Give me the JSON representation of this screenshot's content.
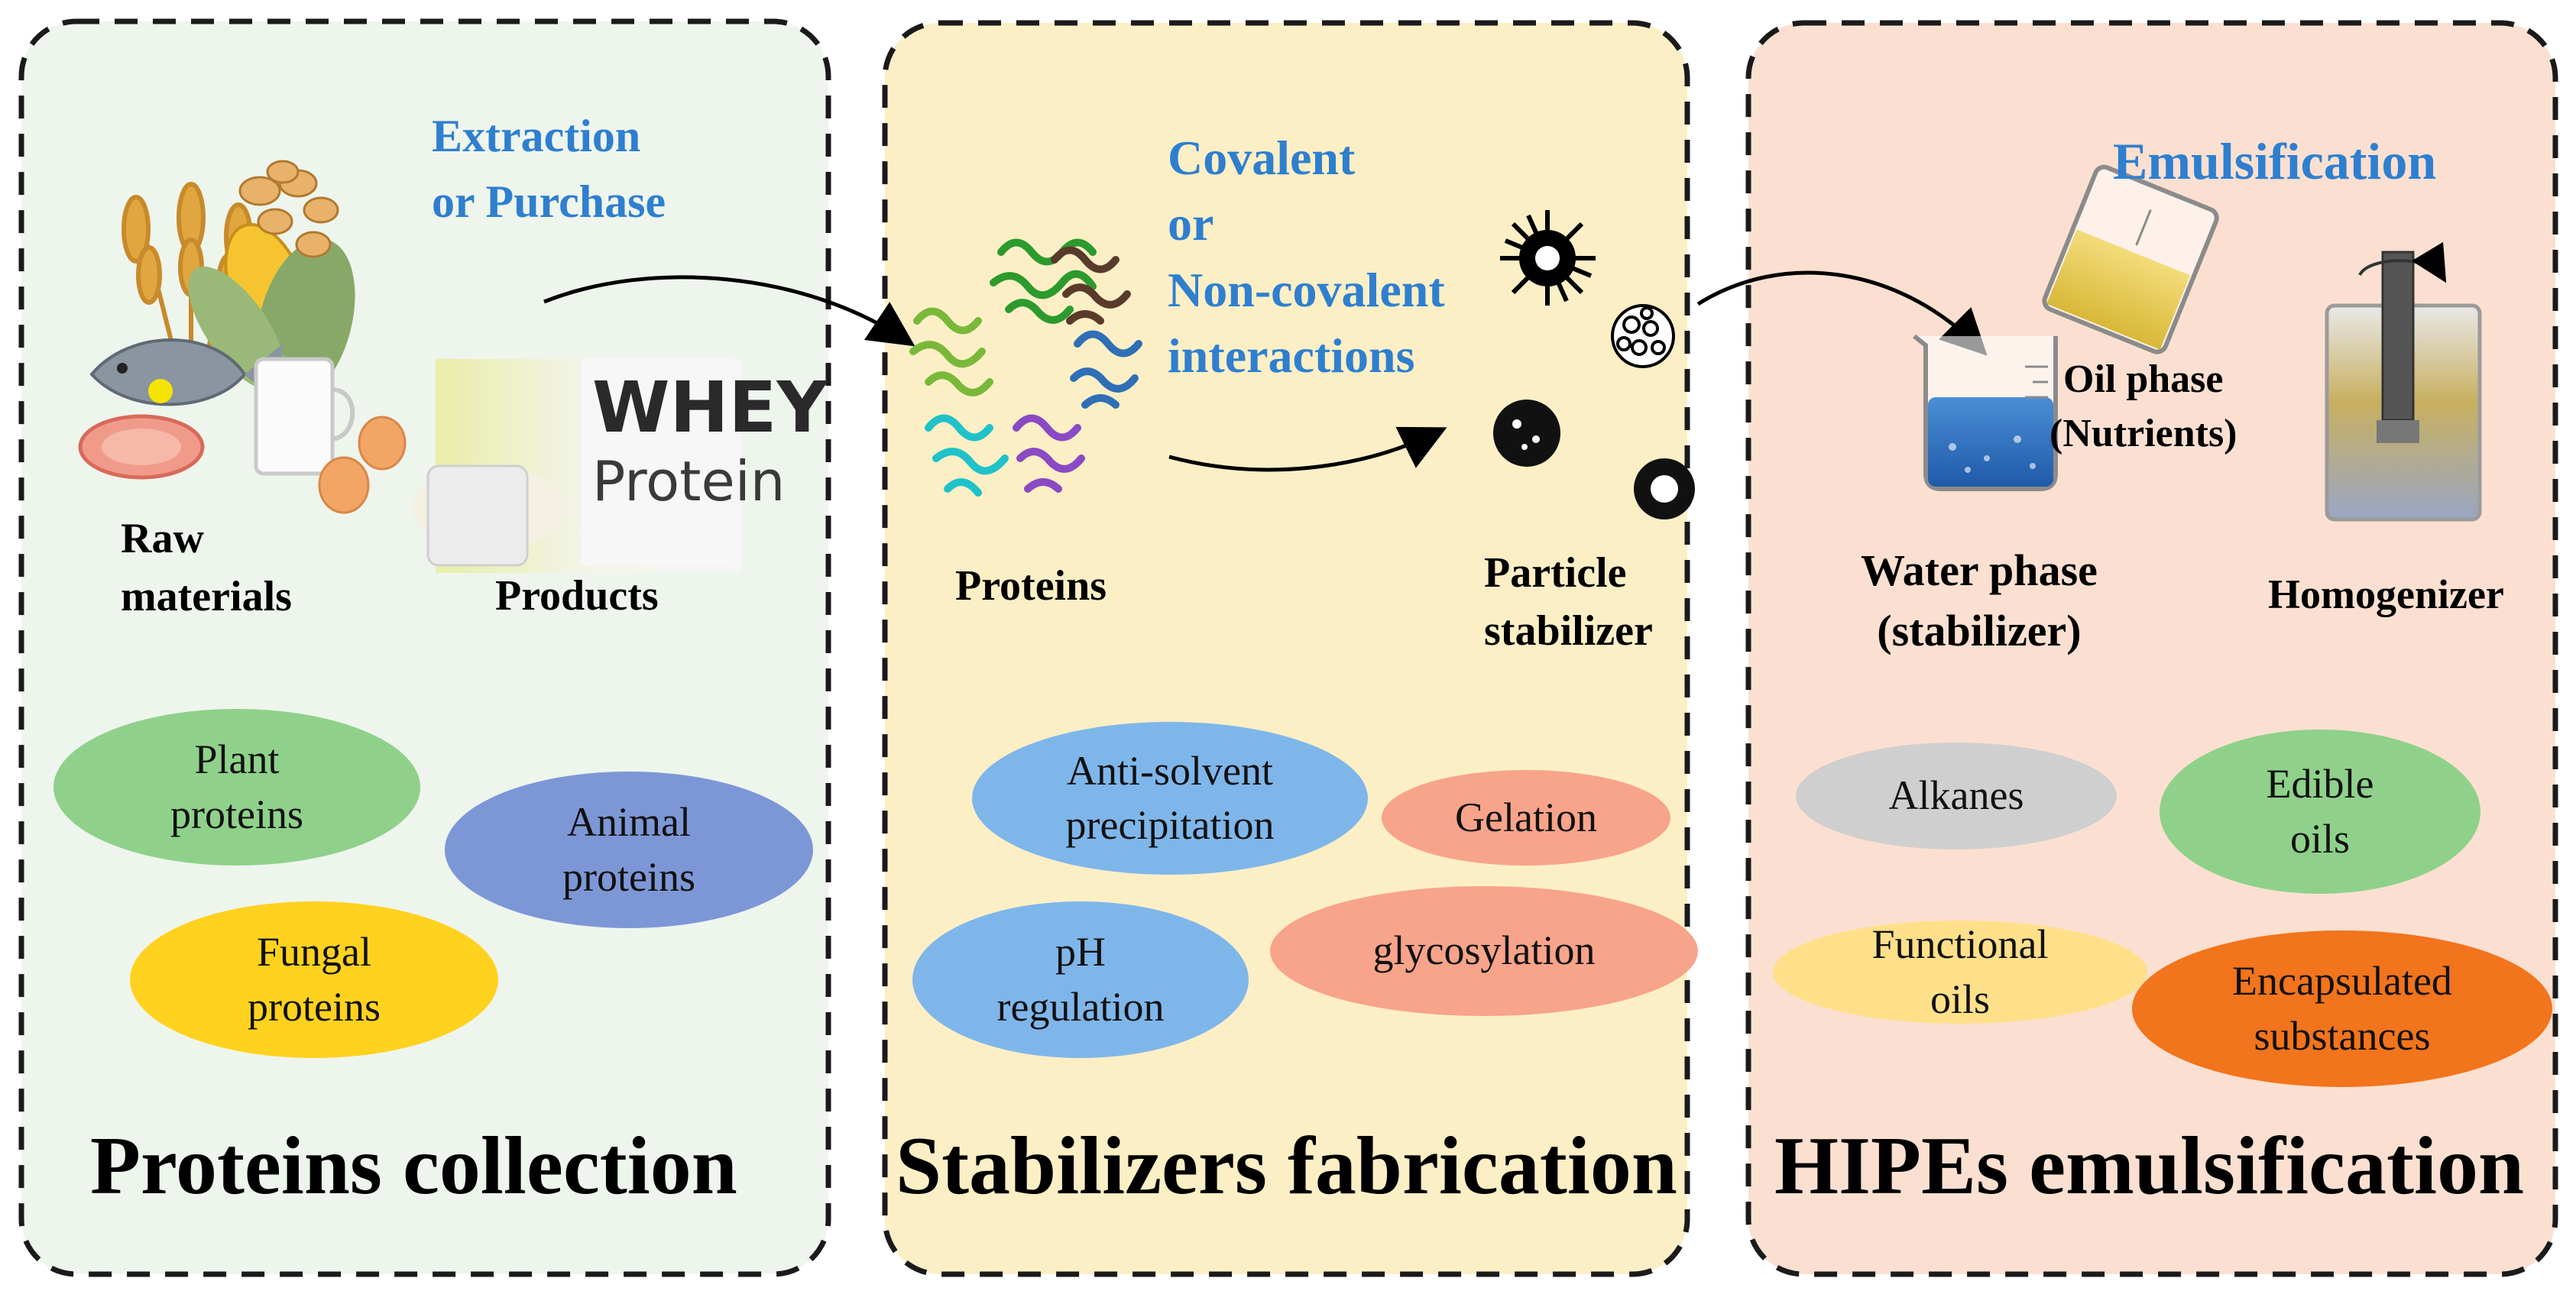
{
  "panels": [
    {
      "title": "Proteins collection",
      "step_label": [
        "Extraction",
        "or Purchase"
      ],
      "labels": {
        "raw": [
          "Raw",
          "materials"
        ],
        "products": "Products"
      },
      "product_text": [
        "WHEY",
        "Protein"
      ],
      "categories": [
        {
          "text": [
            "Plant",
            "proteins"
          ],
          "color": "#8fd18a"
        },
        {
          "text": [
            "Animal",
            "proteins"
          ],
          "color": "#7d97d6"
        },
        {
          "text": [
            "Fungal",
            "proteins"
          ],
          "color": "#ffd21f"
        }
      ]
    },
    {
      "title": "Stabilizers fabrication",
      "step_label": [
        "Covalent",
        "or",
        "Non-covalent",
        "interactions"
      ],
      "labels": {
        "proteins": "Proteins",
        "particle": [
          "Particle",
          "stabilizer"
        ]
      },
      "methods": [
        {
          "text": [
            "Anti-solvent",
            "precipitation"
          ],
          "color": "#7fb6ea"
        },
        {
          "text": [
            "Gelation"
          ],
          "color": "#f7a48a"
        },
        {
          "text": [
            "pH",
            "regulation"
          ],
          "color": "#7fb6ea"
        },
        {
          "text": [
            "glycosylation"
          ],
          "color": "#f7a48a"
        }
      ]
    },
    {
      "title": "HIPEs emulsification",
      "step_label": "Emulsification",
      "labels": {
        "oil": [
          "Oil phase",
          "(Nutrients)"
        ],
        "water": [
          "Water phase",
          "(stabilizer)"
        ],
        "homogenizer": "Homogenizer"
      },
      "oils": [
        {
          "text": [
            "Alkanes"
          ],
          "color": "#cfcfcf"
        },
        {
          "text": [
            "Edible",
            "oils"
          ],
          "color": "#8fd18a"
        },
        {
          "text": [
            "Functional",
            "oils"
          ],
          "color": "#ffe08a"
        },
        {
          "text": [
            "Encapsulated",
            "substances"
          ],
          "color": "#f2741c"
        }
      ]
    }
  ],
  "colors": {
    "panel1": "#eef5ed",
    "panel2": "#fcefc6",
    "panel3": "#fbe0d1",
    "step_label": "#2f7fcf"
  }
}
